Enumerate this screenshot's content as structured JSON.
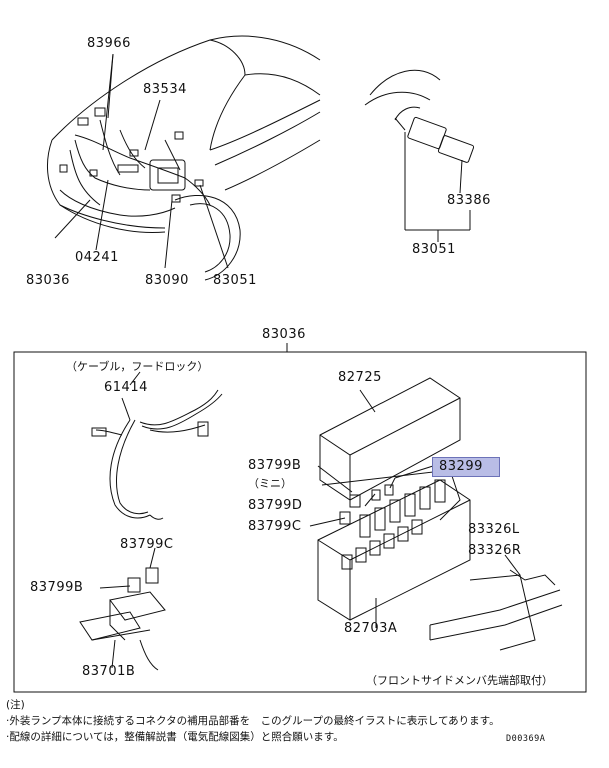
{
  "top": {
    "l83966": "83966",
    "l83534": "83534",
    "l04241": "04241",
    "l83036": "83036",
    "l83090": "83090",
    "l83051a": "83051",
    "l83386": "83386",
    "l83051b": "83051"
  },
  "box": {
    "title": "83036",
    "cable_note": "（ケーブル，フードロック）",
    "l61414": "61414",
    "l82725": "82725",
    "l83799B_top": "83799B",
    "mini_note": "（ミニ）",
    "l83299": "83299",
    "l83799D": "83799D",
    "l83799C_right": "83799C",
    "l83799C_left": "83799C",
    "l83326L": "83326L",
    "l83326R": "83326R",
    "l83799B_left": "83799B",
    "l82703A": "82703A",
    "l83701B": "83701B",
    "front_note": "（フロントサイドメンバ先端部取付）"
  },
  "notes": {
    "head": "(注)",
    "line1": "·外装ランプ本体に接続するコネクタの補用品部番を　このグループの最終イラストに表示してあります。",
    "line2": "·配線の詳細については，整備解説書（電気配線図集）と照合願います。",
    "code": "D00369A"
  },
  "colors": {
    "highlight": "#b9bde6",
    "highlight_border": "#6c72b8",
    "line": "#111111"
  }
}
